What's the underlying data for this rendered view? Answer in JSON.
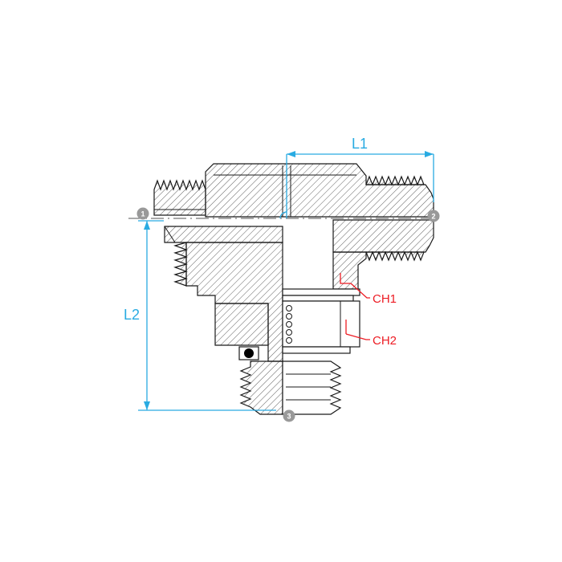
{
  "dimensions": {
    "l1": "L1",
    "l2": "L2"
  },
  "callouts": {
    "ch1": "CH1",
    "ch2": "CH2"
  },
  "ports": [
    {
      "id": "1"
    },
    {
      "id": "2"
    },
    {
      "id": "3"
    }
  ],
  "colors": {
    "dimension_blue": "#29abe2",
    "callout_red": "#ed1c24",
    "port_gray": "#999999",
    "line_black": "#1a1a1a",
    "background": "#ffffff"
  }
}
